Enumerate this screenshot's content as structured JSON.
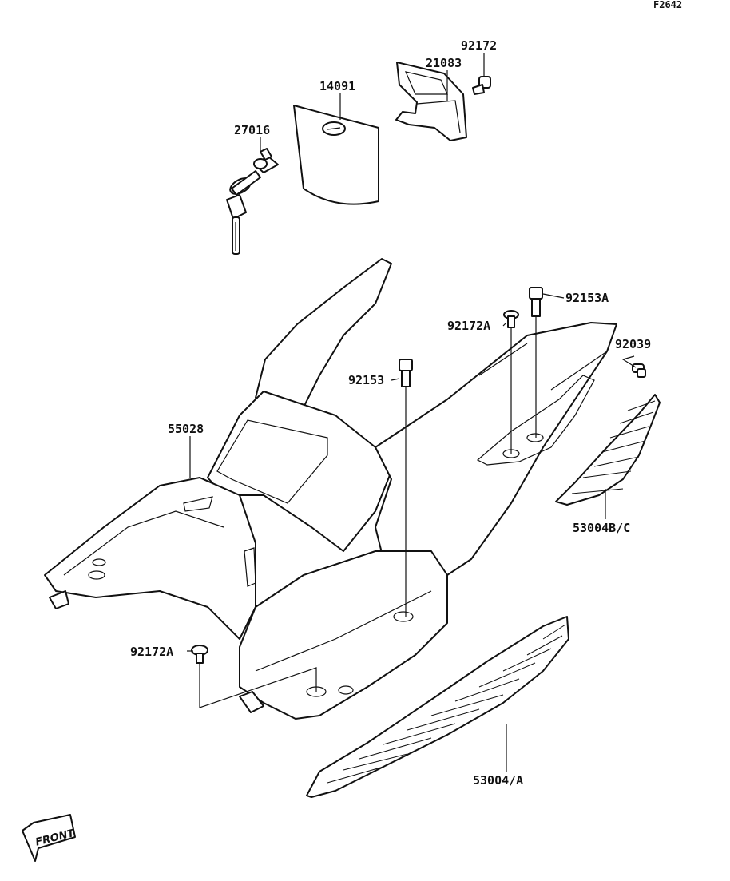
{
  "figure_id": "F2642",
  "parts": {
    "p92172_top": "92172",
    "p21083": "21083",
    "p14091": "14091",
    "p27016": "27016",
    "p92153A": "92153A",
    "p92172A_right": "92172A",
    "p92039": "92039",
    "p92153": "92153",
    "p55028": "55028",
    "p53004BC": "53004B/C",
    "p92172A_left": "92172A",
    "p53004A": "53004/A"
  },
  "front_label": "FRONT"
}
